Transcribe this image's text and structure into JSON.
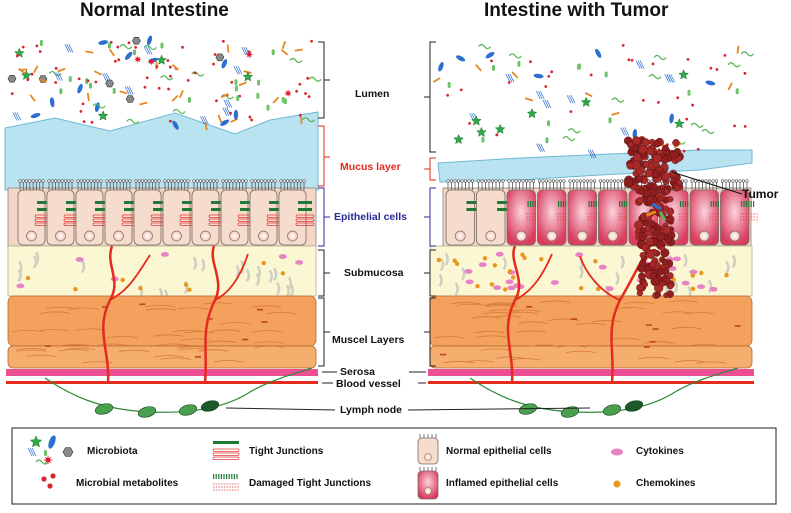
{
  "titles": {
    "left": "Normal Intestine",
    "right": "Intestine with Tumor"
  },
  "layer_labels": {
    "lumen": "Lumen",
    "mucus": "Mucus layer",
    "epithelial": "Epithelial cells",
    "submucosa": "Submucosa",
    "muscle": "Muscel Layers",
    "serosa": "Serosa",
    "blood_vessel": "Blood vessel",
    "lymph_node": "Lymph node",
    "tumor": "Tumor"
  },
  "legend": {
    "microbiota": "Microbiota",
    "metabolites": "Microbial metabolites",
    "tight_junctions": "Tight Junctions",
    "damaged_tj": "Damaged Tight Junctions",
    "normal_cells": "Normal epithelial cells",
    "inflamed_cells": "Inflamed epithelial cells",
    "cytokines": "Cytokines",
    "chemokines": "Chemokines"
  },
  "colors": {
    "mucus": "#b9e3f1",
    "epithelial_normal": "#f3d6c6",
    "epithelial_inflamed": "#e04d6c",
    "submucosa": "#fbf7d3",
    "muscle": "#f3a15c",
    "serosa": "#ec4f92",
    "blood_vessel": "#e52a1e",
    "tight_junction": "#1f7a35",
    "tumor": "#8f1e1e",
    "cytokine": "#e882c6",
    "chemokine": "#e8961e",
    "lymph_node": "#2f8a3a"
  }
}
